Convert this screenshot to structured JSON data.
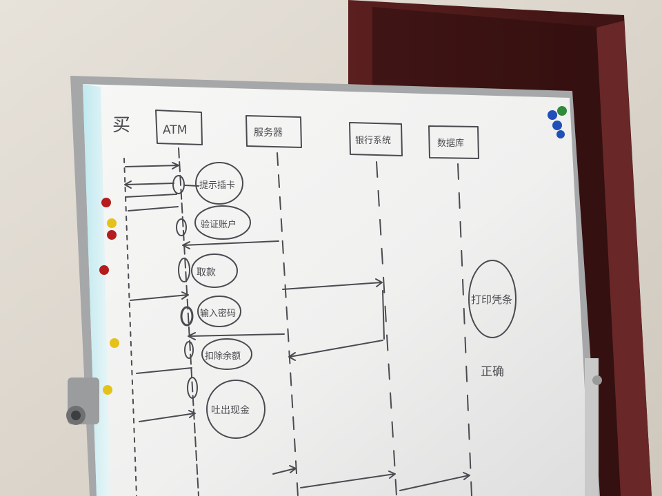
{
  "whiteboard": {
    "lifelines": [
      {
        "id": "user",
        "label": "买"
      },
      {
        "id": "atm",
        "label": "ATM"
      },
      {
        "id": "lifeline-3",
        "label": "服务器"
      },
      {
        "id": "lifeline-4",
        "label": "银行系统"
      },
      {
        "id": "lifeline-5",
        "label": "数据库"
      }
    ],
    "activities": [
      {
        "label": "提示插卡"
      },
      {
        "label": "验证账户"
      },
      {
        "label": "取款"
      },
      {
        "label": "输入密码"
      },
      {
        "label": "扣除余额"
      },
      {
        "label": "吐出现金"
      }
    ],
    "side_note": {
      "circle_text": "打印凭条",
      "below_text": "正确"
    }
  },
  "magnets": {
    "colors": {
      "red": "#b31d1d",
      "yellow": "#e5c21a",
      "green": "#2f8a3a",
      "blue": "#1f4fb8"
    }
  }
}
